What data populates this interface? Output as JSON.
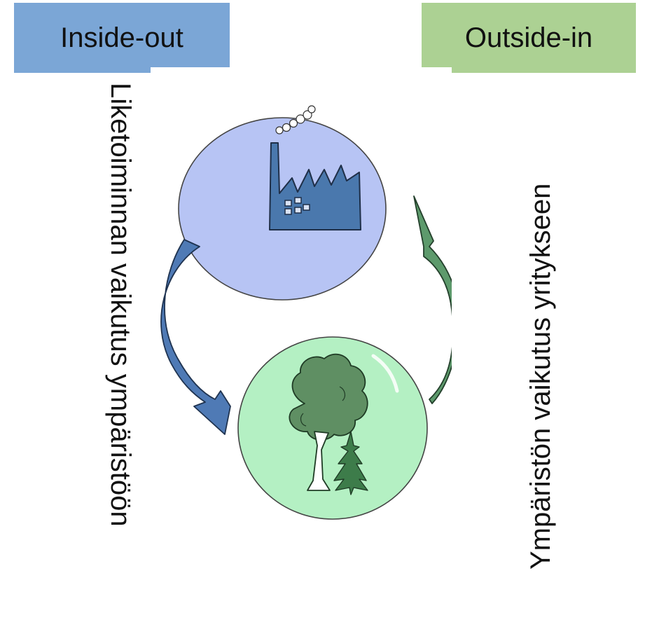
{
  "labels": {
    "inside_out": "Inside-out",
    "outside_in": "Outside-in"
  },
  "vertical_texts": {
    "left": "Liketoiminnan vaikutus ympäristöön",
    "right": "Ympäristön vaikutus yritykseen"
  },
  "colors": {
    "inside_out_box": "#7ba6d6",
    "outside_in_box": "#acd193",
    "company_circle": "#b7c4f4",
    "environment_circle": "#b4f0c3",
    "factory": "#4a78ad",
    "blue_arrow": "#4f7ab5",
    "green_arrow": "#5d9a6c",
    "tree_foliage": "#5f8f63",
    "spruce": "#3d7c4a"
  },
  "icons": [
    "factory-icon",
    "tree-icon",
    "spruce-icon",
    "blue-curved-arrow-icon",
    "green-curved-arrow-icon"
  ]
}
